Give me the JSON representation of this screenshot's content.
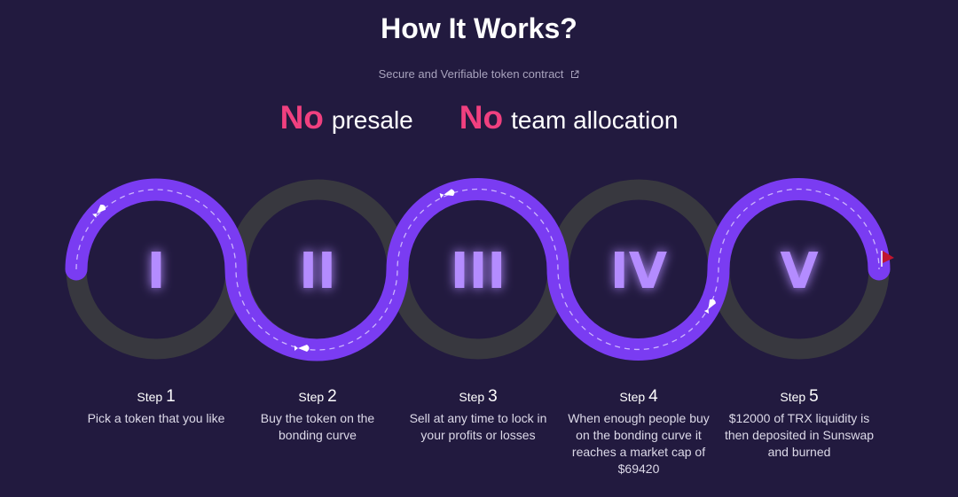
{
  "header": {
    "title": "How It Works?",
    "subtitle": "Secure and Verifiable token contract",
    "subtitle_icon": "external-link-icon",
    "headline": [
      {
        "emph": "No",
        "rest": "presale"
      },
      {
        "emph": "No",
        "rest": "team allocation"
      }
    ]
  },
  "colors": {
    "background": "#221a3f",
    "accent_pink": "#f0407f",
    "track_purple": "#7a3cf2",
    "ring_gray": "#38383f",
    "numeral_purple": "#b48cff"
  },
  "track": {
    "numerals": [
      "I",
      "II",
      "III",
      "IV",
      "V"
    ],
    "markers": [
      "rocket-icon",
      "rocket-icon",
      "rocket-icon",
      "rocket-icon",
      "flag-icon"
    ]
  },
  "steps": [
    {
      "label": "Step",
      "number": "1",
      "description": "Pick a token that you like"
    },
    {
      "label": "Step",
      "number": "2",
      "description": "Buy the token on the bonding curve"
    },
    {
      "label": "Step",
      "number": "3",
      "description": "Sell at any time to lock in your profits or losses"
    },
    {
      "label": "Step",
      "number": "4",
      "description": "When enough people buy on the bonding curve it reaches a market cap of $69420"
    },
    {
      "label": "Step",
      "number": "5",
      "description": "$12000 of TRX liquidity is then deposited in Sunswap and burned"
    }
  ]
}
